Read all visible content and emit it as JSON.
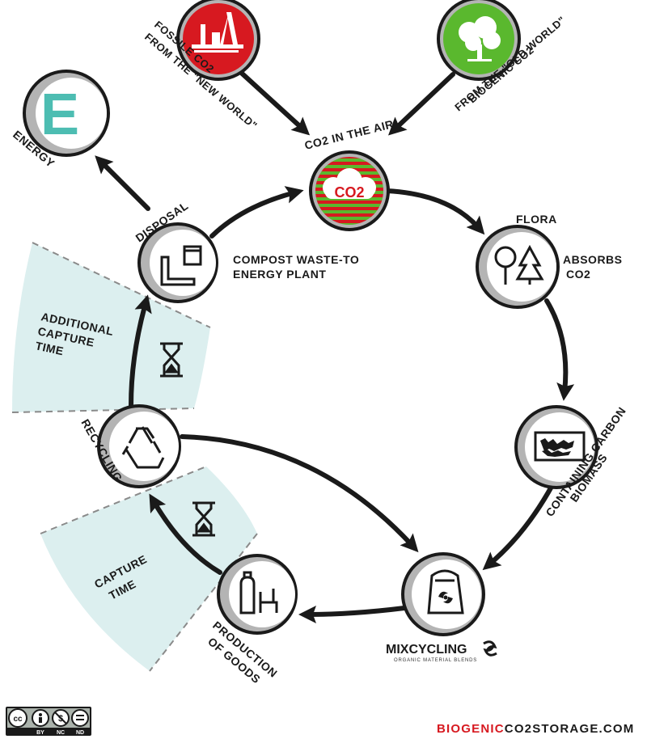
{
  "nodes": {
    "fossile": {
      "line1": "FOSSILE CO2",
      "line2": "FROM THE \"NEW WORLD\"",
      "color": "#d71920"
    },
    "biogenic": {
      "line1": "BIOGENIC CO2",
      "line2": "FROM THE \"OLD WORLD\"",
      "color": "#5ab82e"
    },
    "air": {
      "label": "CO2 IN THE AIR",
      "badge": "CO2"
    },
    "energy": {
      "label": "ENERGY",
      "letter": "E",
      "color": "#4dbdb2"
    },
    "disposal": {
      "label": "DISPOSAL",
      "caption_line1": "COMPOST WASTE-TO",
      "caption_line2": "ENERGY PLANT"
    },
    "flora": {
      "label": "FLORA",
      "caption_line1": "ABSORBS",
      "caption_line2": "CO2"
    },
    "biomass": {
      "line1": "BIOMASS",
      "line2": "CONTAINING CARBON"
    },
    "mixcycling": {
      "logo_text": "MIXCYCLING",
      "tagline": "ORGANIC MATERIAL BLENDS"
    },
    "production": {
      "line1": "PRODUCTION",
      "line2": "OF GOODS"
    },
    "recycling": {
      "label": "RECYCLING"
    }
  },
  "zones": {
    "additional": {
      "line1": "ADDITIONAL",
      "line2": "CAPTURE",
      "line3": "TIME"
    },
    "capture": {
      "line1": "CAPTURE",
      "line2": "TIME"
    }
  },
  "footer": {
    "license_badges": [
      "BY",
      "NC",
      "ND"
    ],
    "site_part1": "BIOGENIC",
    "site_part2": "CO2STORAGE.COM",
    "site_color1": "#d71920",
    "site_color2": "#1a1a1a"
  }
}
